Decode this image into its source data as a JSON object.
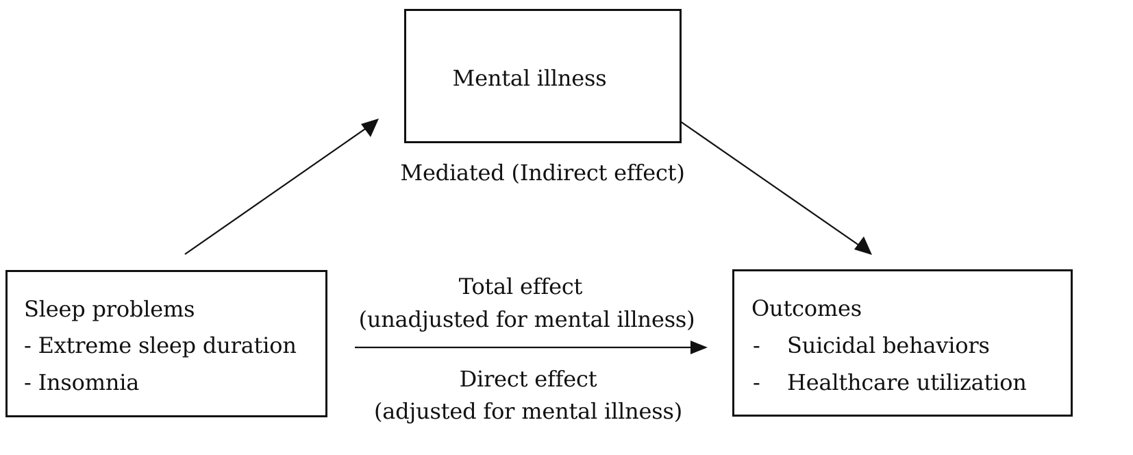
{
  "mediator": {
    "title": "Mental illness",
    "path_label": "Mediated (Indirect effect)"
  },
  "exposure": {
    "title": "Sleep problems",
    "items": [
      "- Extreme sleep duration",
      "- Insomnia"
    ]
  },
  "outcome": {
    "title": "Outcomes",
    "items": [
      {
        "bullet": "-",
        "text": "Suicidal behaviors"
      },
      {
        "bullet": "-",
        "text": "Healthcare utilization"
      }
    ]
  },
  "total_effect": {
    "line1": "Total effect",
    "line2": "(unadjusted for mental illness)"
  },
  "direct_effect": {
    "line1": "Direct effect",
    "line2": "(adjusted for mental illness)"
  },
  "colors": {
    "stroke": "#111111",
    "text": "#111111",
    "background": "#ffffff"
  }
}
